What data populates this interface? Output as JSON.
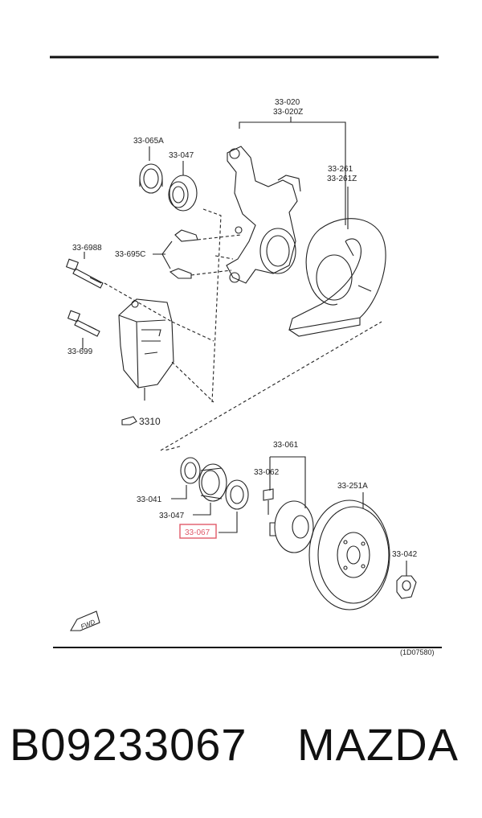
{
  "labels": {
    "knuckle_a": "33-020",
    "knuckle_b": "33-020Z",
    "seal_065a": "33-065A",
    "bearing_047_top": "33-047",
    "shield_a": "33-261",
    "shield_b": "33-261Z",
    "bolt_6988": "33-6988",
    "clip_695c": "33-695C",
    "bolt_699": "33-699",
    "caliper_ref": "3310",
    "hub_061": "33-061",
    "bolt_062": "33-062",
    "seal_041": "33-041",
    "bearing_047": "33-047",
    "seal_067": "33-067",
    "rotor_251a": "33-251A",
    "nut_042": "33-042",
    "fwd": "FWD",
    "diagram_code": "(1D07580)"
  },
  "highlight": {
    "label": "33-067",
    "color": "#e05a6a"
  },
  "part_number": "B09233067",
  "brand": "MAZDA"
}
